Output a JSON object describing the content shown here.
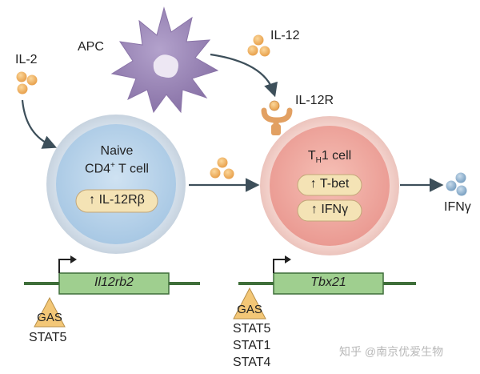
{
  "labels": {
    "apc": "APC",
    "il12": "IL-12",
    "il2": "IL-2",
    "il12r": "IL-12R",
    "ifng_out": "IFNγ"
  },
  "naive_cell": {
    "line1": "Naive",
    "line2_prefix": "CD4",
    "line2_sup": "+",
    "line2_suffix": " T cell",
    "badge": "↑ IL-12Rβ"
  },
  "th1_cell": {
    "title_prefix": "T",
    "title_sub": "H",
    "title_suffix": "1 cell",
    "badge1": "↑ T-bet",
    "badge2": "↑ IFNγ"
  },
  "genes": [
    {
      "name": "Il12rb2",
      "promoter": "GAS",
      "factors": [
        "STAT5"
      ]
    },
    {
      "name": "Tbx21",
      "promoter": "GAS",
      "factors": [
        "STAT5",
        "STAT1",
        "STAT4"
      ]
    }
  ],
  "watermark": "知乎 @南京优爱生物",
  "colors": {
    "apc": "#9c86b8",
    "cytokine": "#f0b363",
    "receptor": "#e2a062",
    "naive_fill": "#b9d4ea",
    "th1_fill": "#f2a8a0",
    "gene_box": "#9fcf8f",
    "dna": "#3f6e3a",
    "gas": "#f3c777",
    "arrow": "#3d4f5a",
    "ifng": "#8fb3cf"
  }
}
